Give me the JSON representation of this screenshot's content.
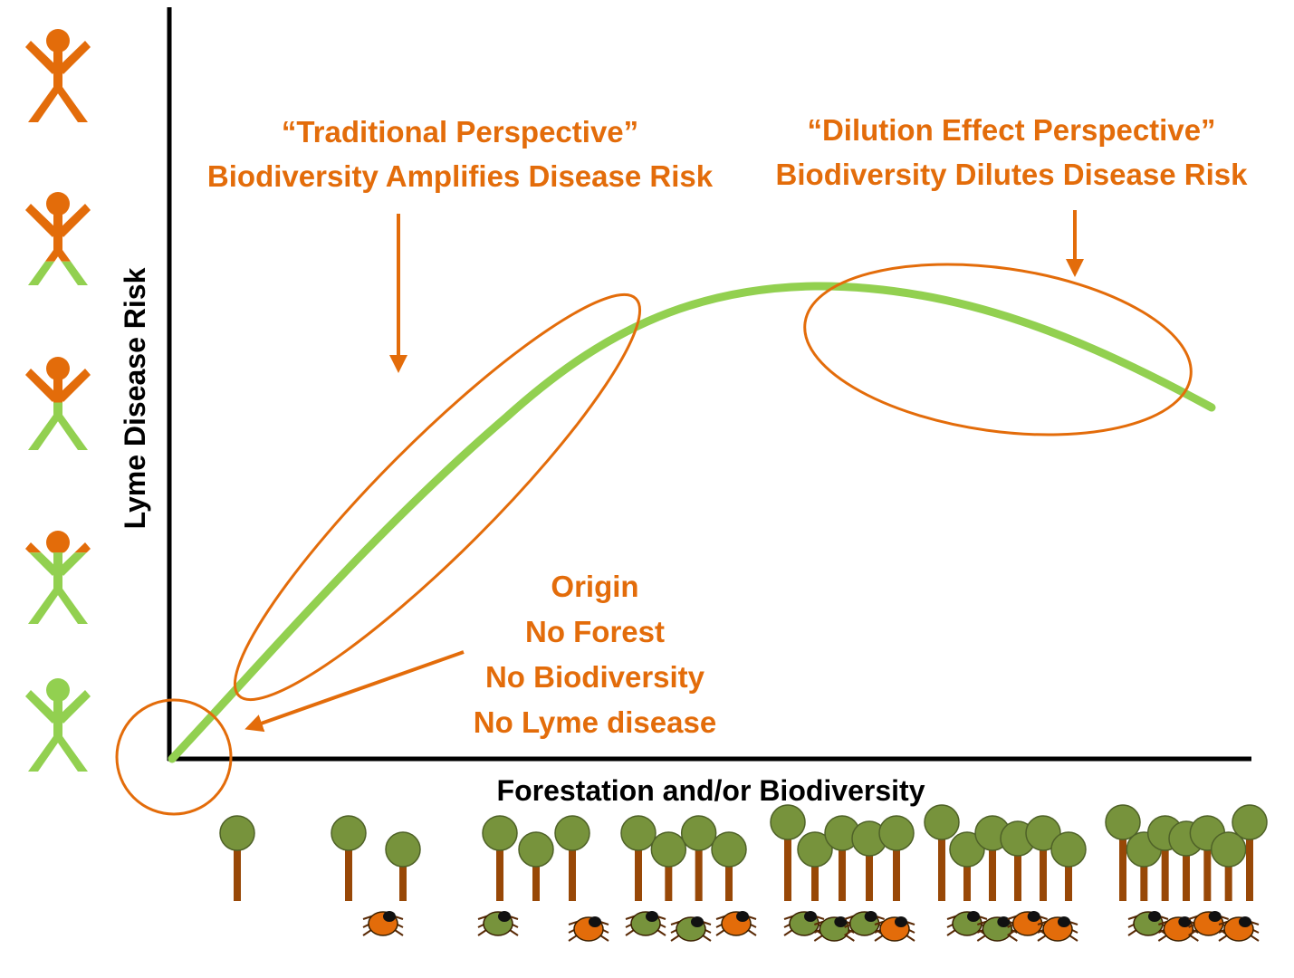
{
  "colors": {
    "orange": "#E36C0A",
    "green": "#92D050",
    "tree_crown": "#77933C",
    "tree_trunk": "#984807",
    "tick_green": "#4F6228",
    "axis": "#000000"
  },
  "axes": {
    "x_label": "Forestation and/or Biodiversity",
    "y_label": "Lyme Disease Risk"
  },
  "annotations": {
    "traditional": {
      "line1": "“Traditional Perspective”",
      "line2": "Biodiversity Amplifies Disease Risk"
    },
    "dilution": {
      "line1": "“Dilution Effect Perspective”",
      "line2": "Biodiversity Dilutes Disease Risk"
    },
    "origin": {
      "line1": "Origin",
      "line2": "No Forest",
      "line3": "No Biodiversity",
      "line4": "No Lyme disease"
    }
  },
  "risk_levels": [
    {
      "level": 1,
      "infected_fraction": 0.0
    },
    {
      "level": 2,
      "infected_fraction": 0.25
    },
    {
      "level": 3,
      "infected_fraction": 0.5
    },
    {
      "level": 4,
      "infected_fraction": 0.75
    },
    {
      "level": 5,
      "infected_fraction": 1.0
    }
  ],
  "forest_stages": [
    {
      "stage": 1,
      "trees": 1,
      "ticks": 0,
      "infected_ticks": 0
    },
    {
      "stage": 2,
      "trees": 2,
      "ticks": 1,
      "infected_ticks": 1
    },
    {
      "stage": 3,
      "trees": 3,
      "ticks": 2,
      "infected_ticks": 1
    },
    {
      "stage": 4,
      "trees": 4,
      "ticks": 3,
      "infected_ticks": 1
    },
    {
      "stage": 5,
      "trees": 5,
      "ticks": 4,
      "infected_ticks": 1
    },
    {
      "stage": 6,
      "trees": 6,
      "ticks": 4,
      "infected_ticks": 2
    },
    {
      "stage": 7,
      "trees": 7,
      "ticks": 4,
      "infected_ticks": 3
    }
  ]
}
